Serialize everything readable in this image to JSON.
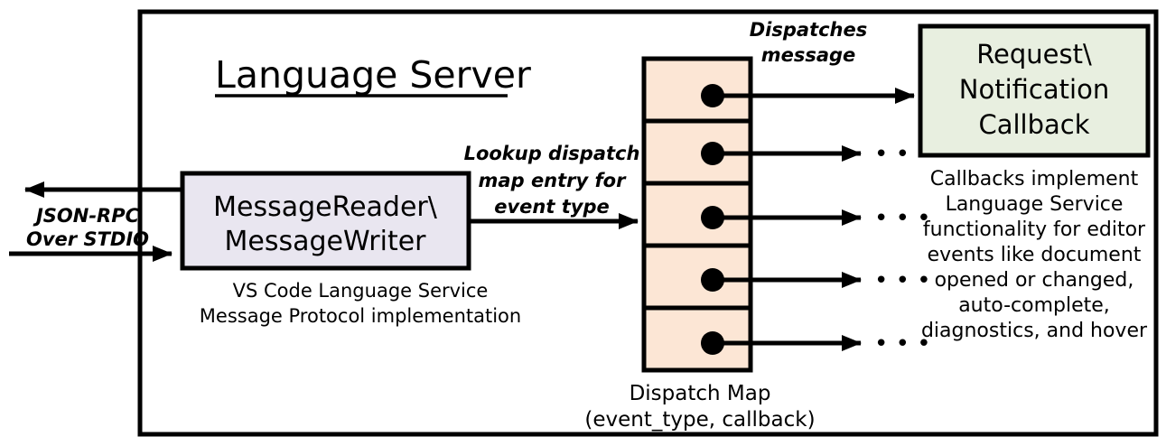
{
  "diagram": {
    "title": "Language Server",
    "colors": {
      "border": "#000000",
      "background": "#FFFFFF",
      "message_box_fill": "#E9E6F0",
      "dispatch_map_fill": "#FCE6D5",
      "callback_box_fill": "#E8EFE0"
    },
    "outer_container": {
      "label": "Language Server"
    },
    "io_channel": {
      "label_line1": "JSON-RPC",
      "label_line2": "Over STDIO",
      "inbound_arrow": "arrow-right-into-message-reader",
      "outbound_arrow": "arrow-left-out-of-language-server"
    },
    "message_box": {
      "line1": "MessageReader\\",
      "line2": "MessageWriter",
      "caption_line1": "VS Code Language Service",
      "caption_line2": "Message Protocol implementation"
    },
    "lookup_label": {
      "line1": "Lookup dispatch",
      "line2": "map entry for",
      "line3": "event type"
    },
    "dispatch_map": {
      "caption_line1": "Dispatch Map",
      "caption_line2": "(event_type, callback)",
      "rows": [
        {
          "id": "row-1",
          "dot": "callback-dot",
          "outgoing": "dispatch-arrow-1"
        },
        {
          "id": "row-2",
          "dot": "callback-dot",
          "outgoing": "dispatch-arrow-2"
        },
        {
          "id": "row-3",
          "dot": "callback-dot",
          "outgoing": "dispatch-arrow-3"
        },
        {
          "id": "row-4",
          "dot": "callback-dot",
          "outgoing": "dispatch-arrow-4"
        },
        {
          "id": "row-5",
          "dot": "callback-dot",
          "outgoing": "dispatch-arrow-5"
        }
      ],
      "ellipsis": "• • •",
      "ellipsis_count": 4
    },
    "dispatch_label": {
      "line1": "Dispatches",
      "line2": "message"
    },
    "callback_box": {
      "line1": "Request\\",
      "line2": "Notification",
      "line3": "Callback"
    },
    "callback_caption": {
      "line1": "Callbacks implement",
      "line2": "Language Service",
      "line3": "functionality for editor",
      "line4": "events like document",
      "line5": "opened or changed,",
      "line6": "auto-complete,",
      "line7": "diagnostics, and hover"
    }
  }
}
